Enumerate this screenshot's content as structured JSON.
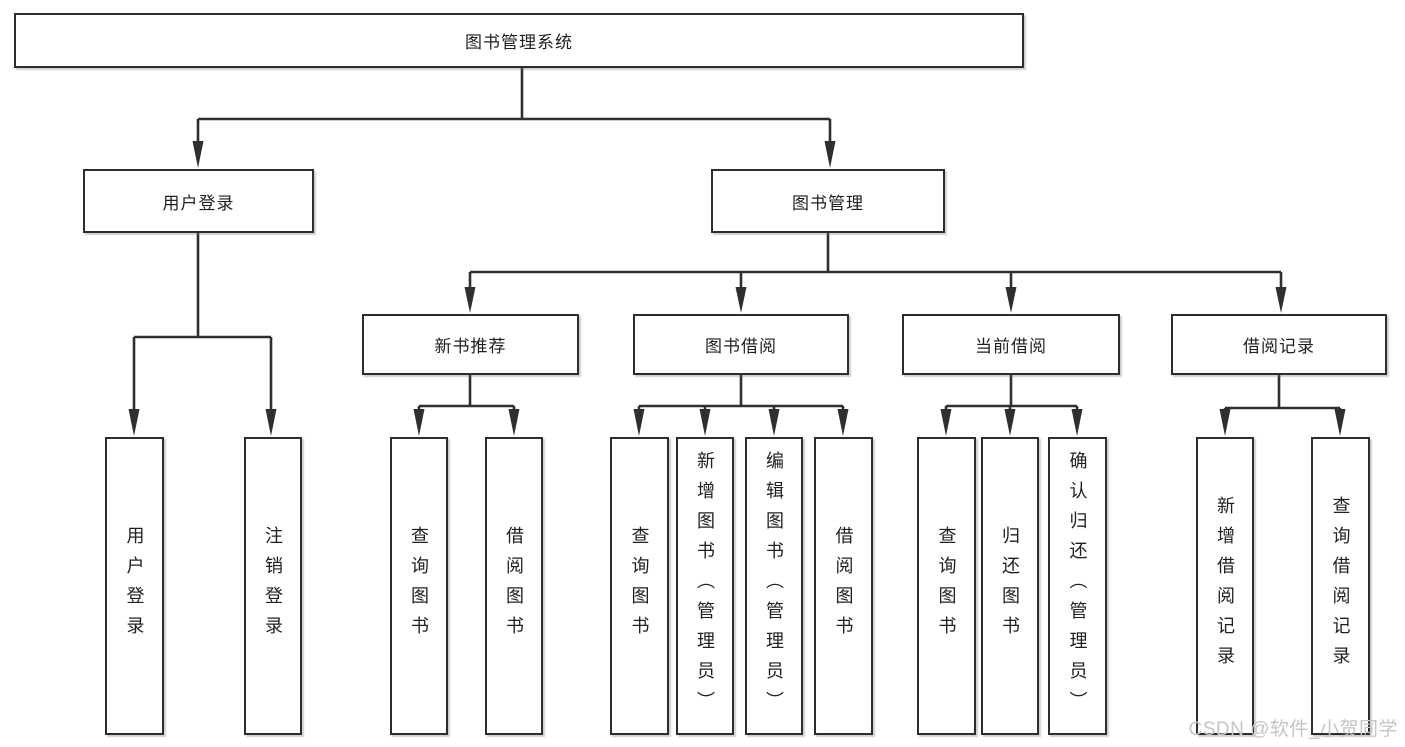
{
  "diagram_type": "hierarchy-tree",
  "colors": {
    "background": "#ffffff",
    "line": "#2f2f2f",
    "box_border": "#2d2d2d",
    "text": "#1f1f1f",
    "watermark_text": "#c5c5c5"
  },
  "watermark": "CSDN @软件_小贺同学",
  "tree": {
    "root": {
      "label": "图书管理系统"
    },
    "branches": [
      {
        "label": "用户登录",
        "children": [
          {
            "label": "用户登录"
          },
          {
            "label": "注销登录"
          }
        ]
      },
      {
        "label": "图书管理",
        "children": [
          {
            "label": "新书推荐",
            "children": [
              {
                "label": "查询图书"
              },
              {
                "label": "借阅图书"
              }
            ]
          },
          {
            "label": "图书借阅",
            "children": [
              {
                "label": "查询图书"
              },
              {
                "label": "新增图书（管理员）"
              },
              {
                "label": "编辑图书（管理员）"
              },
              {
                "label": "借阅图书"
              }
            ]
          },
          {
            "label": "当前借阅",
            "children": [
              {
                "label": "查询图书"
              },
              {
                "label": "归还图书"
              },
              {
                "label": "确认归还（管理员）"
              }
            ]
          },
          {
            "label": "借阅记录",
            "children": [
              {
                "label": "新增借阅记录"
              },
              {
                "label": "查询借阅记录"
              }
            ]
          }
        ]
      }
    ]
  }
}
